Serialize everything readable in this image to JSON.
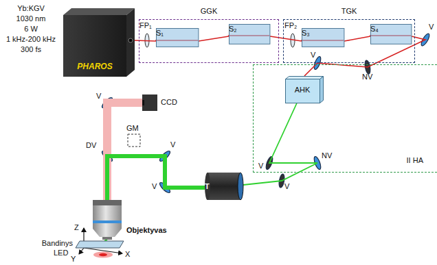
{
  "diagram": {
    "nodes": [
      {
        "text": [
          "PHAROS"
        ]
      },
      {
        "text": [
          "GGK"
        ]
      },
      {
        "text": [
          "S₁"
        ],
        "in": 1
      },
      {
        "text": [
          "S₂"
        ],
        "in": 1
      },
      {
        "text": [
          "TGK"
        ]
      },
      {
        "text": [
          "S₃"
        ],
        "in": 4
      },
      {
        "text": [
          "S₄"
        ],
        "in": 4
      },
      {
        "text": [
          "II HA"
        ]
      },
      {
        "text": [
          "AHK"
        ],
        "in": 7
      },
      {
        "text": [
          "T"
        ]
      },
      {
        "text": [
          "CCD"
        ]
      },
      {
        "text": [
          "Objektyvas"
        ]
      },
      {
        "text": [
          "Bandinys"
        ]
      }
    ],
    "edges": [
      {
        "from": 0,
        "to": 2,
        "arrow": "none"
      },
      {
        "from": 2,
        "to": 3,
        "arrow": "none"
      },
      {
        "from": 3,
        "to": 5,
        "arrow": "none"
      },
      {
        "from": 5,
        "to": 6,
        "arrow": "none"
      },
      {
        "from": 6,
        "to": 8,
        "arrow": "none"
      },
      {
        "from": 8,
        "to": 9,
        "arrow": "none"
      },
      {
        "from": 9,
        "to": 11,
        "arrow": "none"
      },
      {
        "from": 11,
        "to": 12,
        "arrow": "none"
      },
      {
        "from": 11,
        "to": 10,
        "arrow": "none"
      }
    ],
    "labels": [
      "Yb:KGV",
      "1030 nm",
      "6 W",
      "1 kHz-200 kHz",
      "300 fs",
      "FP₁",
      "FP₂",
      "V",
      "NV",
      "V",
      "V",
      "NV",
      "V",
      "V",
      "V",
      "DV",
      "GM",
      "V",
      "Z",
      "LED",
      "X",
      "Y"
    ]
  }
}
